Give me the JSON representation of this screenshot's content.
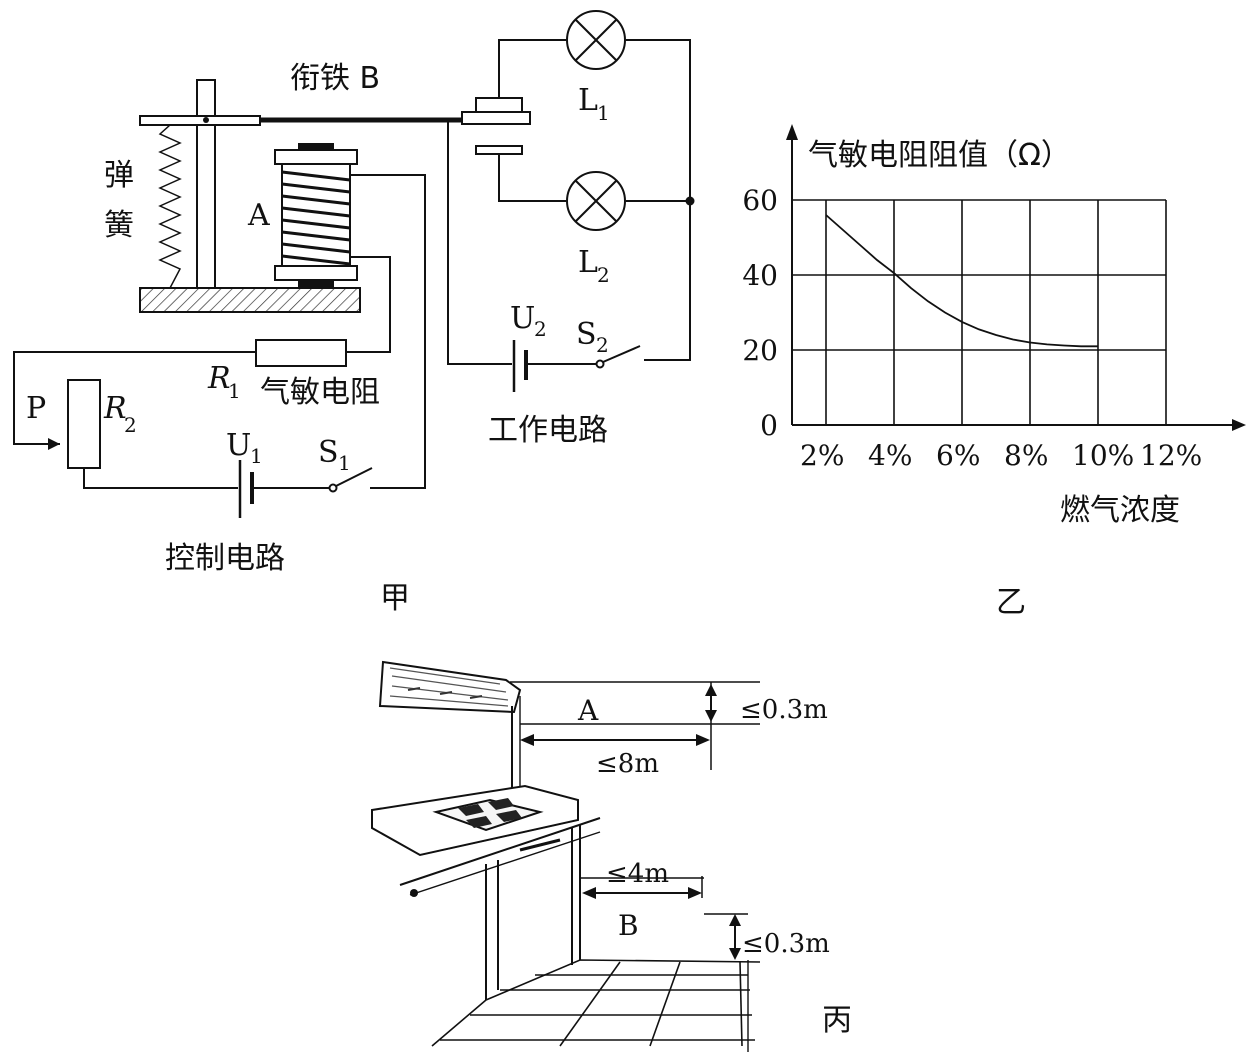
{
  "figure_a": {
    "caption": "甲",
    "armature_label": "衔铁 B",
    "spring_label_1": "弹",
    "spring_label_2": "簧",
    "coil_label": "A",
    "r1_symbol": "R",
    "r1_sub": "1",
    "r1_label": "气敏电阻",
    "slider_label": "P",
    "r2_symbol": "R",
    "r2_sub": "2",
    "u1_symbol": "U",
    "u1_sub": "1",
    "s1_symbol": "S",
    "s1_sub": "1",
    "control_circuit_label": "控制电路",
    "u2_symbol": "U",
    "u2_sub": "2",
    "s2_symbol": "S",
    "s2_sub": "2",
    "work_circuit_label": "工作电路",
    "l1_symbol": "L",
    "l1_sub": "1",
    "l2_symbol": "L",
    "l2_sub": "2"
  },
  "figure_b": {
    "caption": "乙"
  },
  "figure_c": {
    "caption": "丙",
    "label_a": "A",
    "label_b": "B",
    "dim_top_height": "≤0.3m",
    "dim_top_length": "≤8m",
    "dim_bottom_length": "≤4m",
    "dim_bottom_height": "≤0.3m"
  },
  "chart_data": {
    "type": "line",
    "ylabel": "气敏电阻阻值（Ω）",
    "xlabel": "燃气浓度",
    "x_ticks": [
      "2%",
      "4%",
      "6%",
      "8%",
      "10%",
      "12%"
    ],
    "y_ticks": [
      "0",
      "20",
      "40",
      "60"
    ],
    "xlim": [
      1,
      12
    ],
    "ylim": [
      0,
      60
    ],
    "grid": true,
    "series": [
      {
        "x": [
          2,
          2.5,
          3,
          3.5,
          4,
          4.5,
          5,
          5.5,
          6,
          6.5,
          7,
          7.5,
          8,
          8.5,
          9,
          9.5,
          10
        ],
        "y": [
          56,
          52,
          48,
          44,
          40.5,
          36.5,
          33,
          30,
          27.5,
          25.5,
          24,
          22.8,
          22,
          21.5,
          21.2,
          21,
          21
        ]
      }
    ]
  }
}
